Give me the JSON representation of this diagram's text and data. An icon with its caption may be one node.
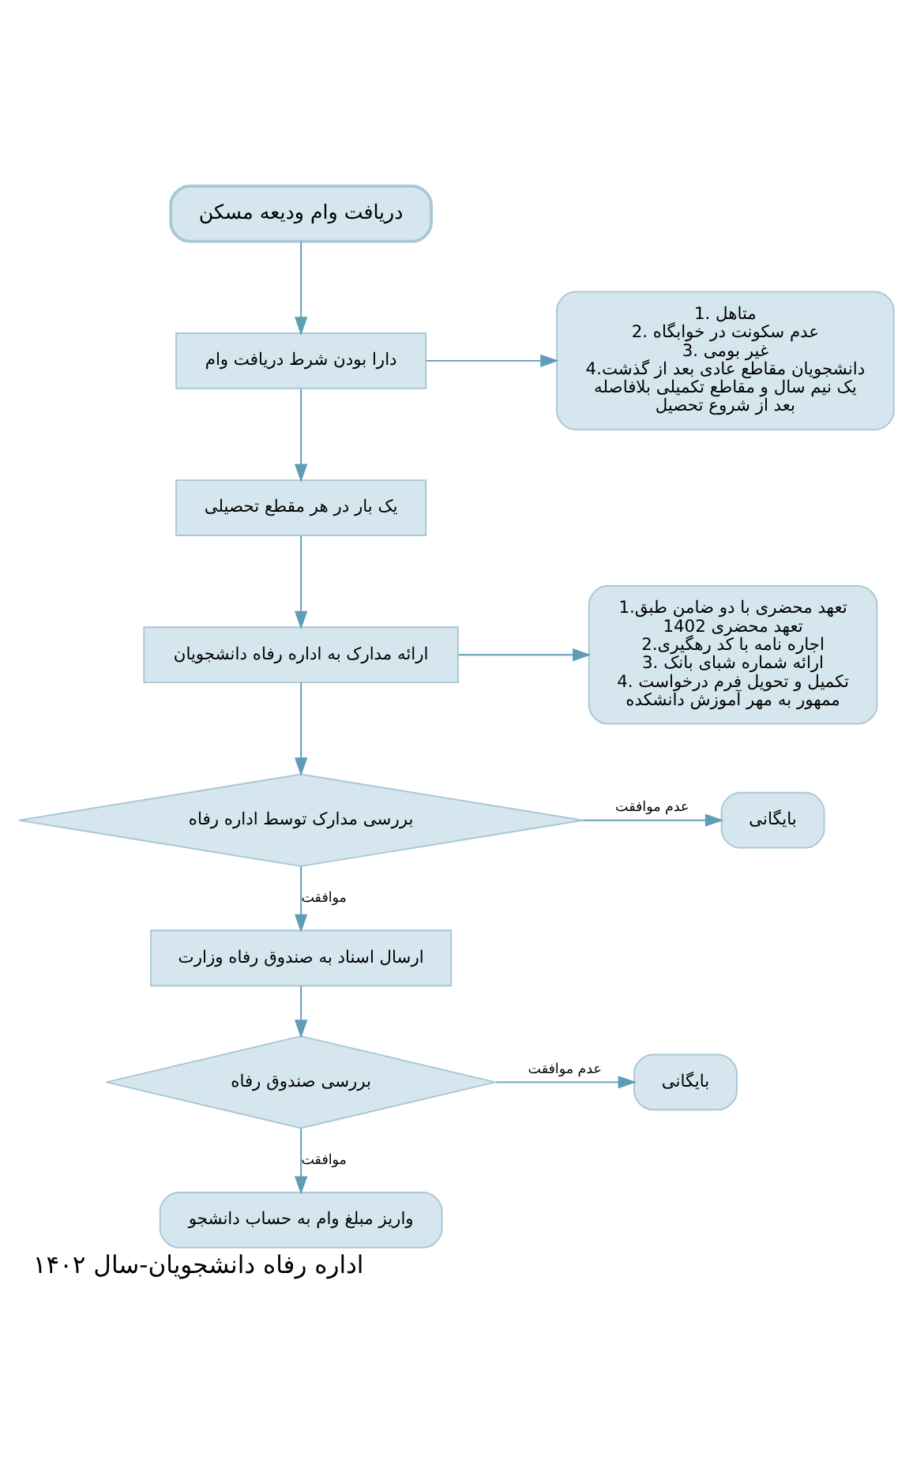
{
  "diagram": {
    "caption": "اداره رفاه دانشجویان-سال ۱۴۰۲",
    "nodes": [
      {
        "text": [
          "دریافت وام ودیعه مسکن"
        ]
      },
      {
        "text": [
          "دارا بودن شرط دریافت وام"
        ]
      },
      {
        "text": [
          "1. متاهل",
          "2. عدم سکونت در خوابگاه",
          "3. غیر بومی",
          "4.دانشجویان مقاطع عادی بعد از گذشت یک نیم سال و مقاطع تکمیلی بلافاصله بعد از شروع تحصیل"
        ]
      },
      {
        "text": [
          "یک بار در هر مقطع تحصیلی"
        ]
      },
      {
        "text": [
          "ارائه مدارک به اداره رفاه دانشجویان"
        ]
      },
      {
        "text": [
          "1.تعهد محضری با دو ضامن طبق تعهد محضری 1402",
          "2.اجاره نامه با کد رهگیری",
          "3. ارائه شماره شبای بانک",
          "4. تکمیل و تحویل فرم درخواست ممهور به مهر آموزش دانشکده"
        ]
      },
      {
        "text": [
          "بررسی مدارک توسط اداره رفاه"
        ]
      },
      {
        "text": [
          "بایگانی"
        ]
      },
      {
        "text": [
          "ارسال اسناد به صندوق رفاه وزارت"
        ]
      },
      {
        "text": [
          "بررسی صندوق رفاه"
        ]
      },
      {
        "text": [
          "بایگانی"
        ]
      },
      {
        "text": [
          "واریز مبلغ وام به حساب دانشجو"
        ]
      }
    ],
    "edges": [
      {
        "from": 0,
        "to": 1,
        "arrow": "to"
      },
      {
        "from": 1,
        "to": 2,
        "arrow": "to"
      },
      {
        "from": 1,
        "to": 3,
        "arrow": "to"
      },
      {
        "from": 3,
        "to": 4,
        "arrow": "to"
      },
      {
        "from": 4,
        "to": 5,
        "arrow": "to"
      },
      {
        "from": 4,
        "to": 6,
        "arrow": "to"
      },
      {
        "from": 6,
        "to": 7,
        "arrow": "to",
        "label": "عدم موافقت"
      },
      {
        "from": 6,
        "to": 8,
        "arrow": "to",
        "label": "موافقت"
      },
      {
        "from": 8,
        "to": 9,
        "arrow": "to"
      },
      {
        "from": 9,
        "to": 10,
        "arrow": "to",
        "label": "عدم موافقت"
      },
      {
        "from": 9,
        "to": 11,
        "arrow": "to",
        "label": "موافقت"
      }
    ]
  }
}
